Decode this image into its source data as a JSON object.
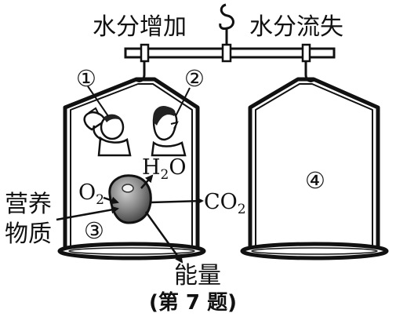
{
  "labels": {
    "water_gain": "水分增加",
    "water_loss": "水分流失",
    "marker_1": "①",
    "marker_2": "②",
    "marker_3": "③",
    "marker_4": "④",
    "nutrients_line1": "营养",
    "nutrients_line2": "物质",
    "oxygen": "O",
    "oxygen_sub": "2",
    "water_formula": "H",
    "water_sub": "2",
    "water_o": "O",
    "co2": "CO",
    "co2_sub": "2",
    "energy": "能量",
    "caption": "(第 7 题)"
  },
  "colors": {
    "ink": "#111111",
    "cell_fill": "#8a8a8a",
    "background": "#ffffff"
  },
  "icons": [
    "hook-icon",
    "drinking-person-icon",
    "breathing-person-icon",
    "cell-icon"
  ]
}
